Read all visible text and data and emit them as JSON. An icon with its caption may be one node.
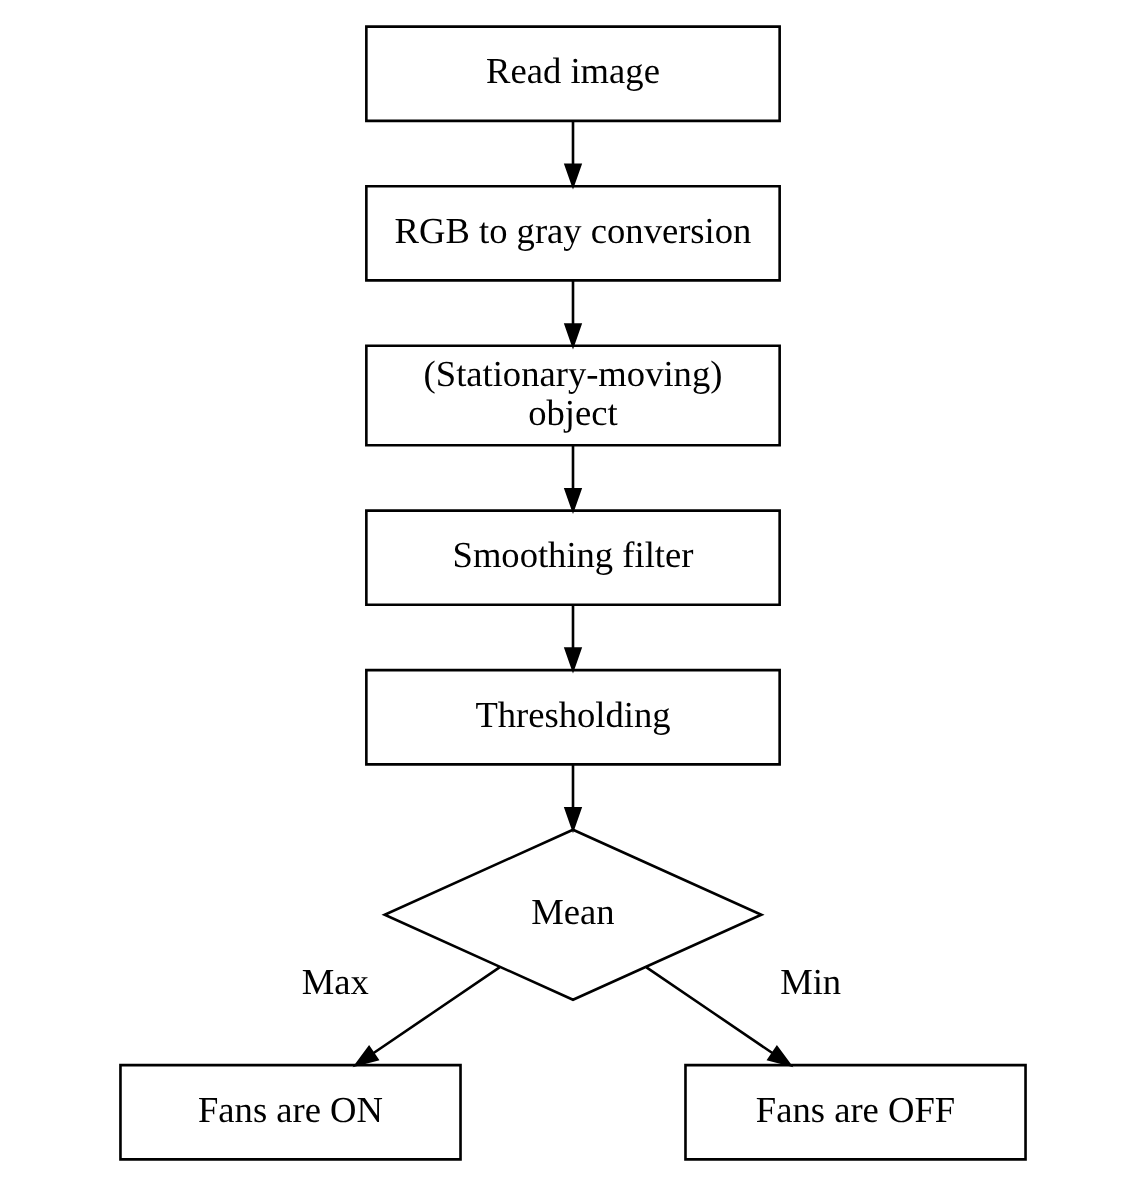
{
  "diagram": {
    "nodes": [
      {
        "text": [
          "Read image"
        ]
      },
      {
        "text": [
          "RGB to gray conversion"
        ]
      },
      {
        "text": [
          "(Stationary-moving) object"
        ]
      },
      {
        "text": [
          "Smoothing filter"
        ]
      },
      {
        "text": [
          "Thresholding"
        ]
      },
      {
        "text": [
          "Mean"
        ]
      },
      {
        "text": [
          "Fans are ON"
        ]
      },
      {
        "text": [
          "Fans are OFF"
        ]
      }
    ],
    "edges": [
      {
        "from": 0,
        "to": 1,
        "arrow": "to"
      },
      {
        "from": 1,
        "to": 2,
        "arrow": "to"
      },
      {
        "from": 2,
        "to": 3,
        "arrow": "to"
      },
      {
        "from": 3,
        "to": 4,
        "arrow": "to"
      },
      {
        "from": 4,
        "to": 5,
        "arrow": "to"
      },
      {
        "from": 5,
        "to": 6,
        "arrow": "to",
        "label": "Max"
      },
      {
        "from": 5,
        "to": 7,
        "arrow": "to",
        "label": "Min"
      }
    ]
  }
}
